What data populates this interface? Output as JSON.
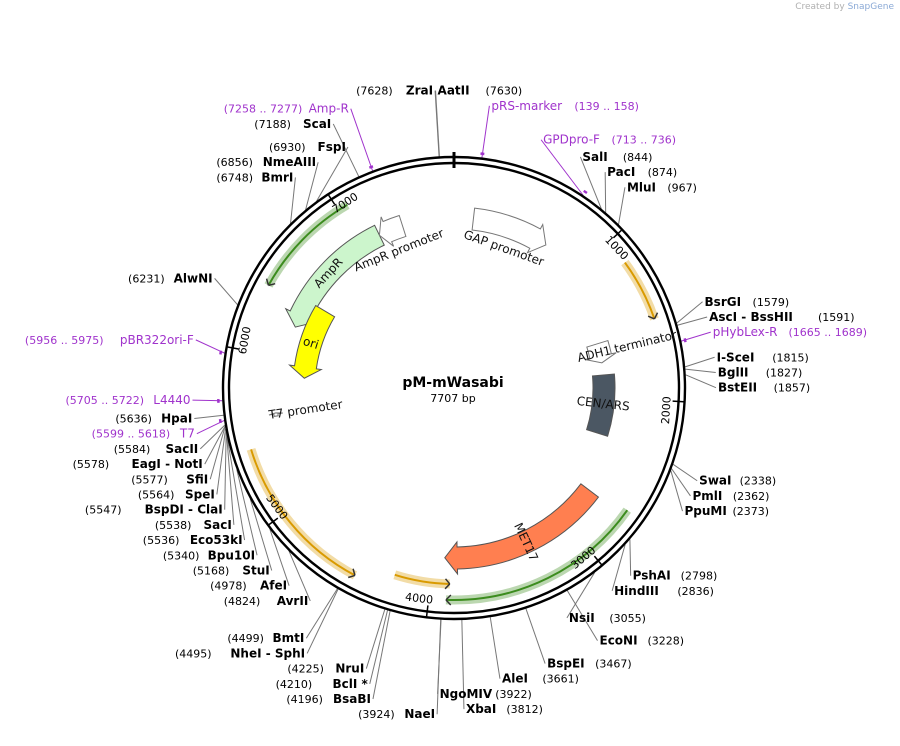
{
  "credit": {
    "prefix": "Created by",
    "brand": "SnapGene"
  },
  "plasmid": {
    "name": "pM-mWasabi",
    "length_label": "7707 bp",
    "length": 7707
  },
  "colors": {
    "backbone": "#000000",
    "primer": "#a033cc",
    "ori": "#ffff00",
    "ampr": "#ccf5cc",
    "met17": "#ff7f50",
    "cen_ars": "#4b5763",
    "orange_line": "#d99a00",
    "green_line": "#3c8c1e"
  },
  "ticks": [
    {
      "bp": 1000,
      "label": "1000"
    },
    {
      "bp": 2000,
      "label": "2000"
    },
    {
      "bp": 3000,
      "label": "3000"
    },
    {
      "bp": 4000,
      "label": "4000"
    },
    {
      "bp": 5000,
      "label": "5000"
    },
    {
      "bp": 6000,
      "label": "6000"
    },
    {
      "bp": 7000,
      "label": "7000"
    }
  ],
  "sites": [
    {
      "name": "ZraI",
      "pos": "(7628)",
      "bp": 7628,
      "side": "L"
    },
    {
      "name": "AatII",
      "pos": "(7630)",
      "bp": 7630,
      "side": "R"
    },
    {
      "name": "ScaI",
      "pos": "(7188)",
      "bp": 7188,
      "side": "L"
    },
    {
      "name": "FspI",
      "pos": "(6930)",
      "bp": 6930,
      "side": "L"
    },
    {
      "name": "NmeAIII",
      "pos": "(6856)",
      "bp": 6856,
      "side": "L"
    },
    {
      "name": "BmrI",
      "pos": "(6748)",
      "bp": 6748,
      "side": "L"
    },
    {
      "name": "AlwNI",
      "pos": "(6231)",
      "bp": 6231,
      "side": "L"
    },
    {
      "name": "HpaI",
      "pos": "(5636)",
      "bp": 5636,
      "side": "L"
    },
    {
      "name": "SacII",
      "pos": "(5584)",
      "bp": 5584,
      "side": "L"
    },
    {
      "name": "EagI - NotI",
      "pos": "(5578)",
      "bp": 5578,
      "side": "L"
    },
    {
      "name": "SfiI",
      "pos": "(5577)",
      "bp": 5577,
      "side": "L"
    },
    {
      "name": "SpeI",
      "pos": "(5564)",
      "bp": 5564,
      "side": "L"
    },
    {
      "name": "BspDI - ClaI",
      "pos": "(5547)",
      "bp": 5547,
      "side": "L"
    },
    {
      "name": "SacI",
      "pos": "(5538)",
      "bp": 5538,
      "side": "L"
    },
    {
      "name": "Eco53kI",
      "pos": "(5536)",
      "bp": 5536,
      "side": "L"
    },
    {
      "name": "Bpu10I",
      "pos": "(5340)",
      "bp": 5340,
      "side": "L"
    },
    {
      "name": "StuI",
      "pos": "(5168)",
      "bp": 5168,
      "side": "L"
    },
    {
      "name": "AfeI",
      "pos": "(4978)",
      "bp": 4978,
      "side": "L"
    },
    {
      "name": "AvrII",
      "pos": "(4824)",
      "bp": 4824,
      "side": "L"
    },
    {
      "name": "BmtI",
      "pos": "(4499)",
      "bp": 4499,
      "side": "L"
    },
    {
      "name": "NheI - SphI",
      "pos": "(4495)",
      "bp": 4495,
      "side": "L"
    },
    {
      "name": "NruI",
      "pos": "(4225)",
      "bp": 4225,
      "side": "L"
    },
    {
      "name": "BclI *",
      "pos": "(4210)",
      "bp": 4210,
      "side": "L"
    },
    {
      "name": "BsaBI",
      "pos": "(4196)",
      "bp": 4196,
      "side": "L"
    },
    {
      "name": "NaeI",
      "pos": "(3924)",
      "bp": 3924,
      "side": "L"
    },
    {
      "name": "NgoMIV",
      "pos": "(3922)",
      "bp": 3922,
      "side": "R"
    },
    {
      "name": "XbaI",
      "pos": "(3812)",
      "bp": 3812,
      "side": "R"
    },
    {
      "name": "AleI",
      "pos": "(3661)",
      "bp": 3661,
      "side": "R"
    },
    {
      "name": "BspEI",
      "pos": "(3467)",
      "bp": 3467,
      "side": "R"
    },
    {
      "name": "EcoNI",
      "pos": "(3228)",
      "bp": 3228,
      "side": "R"
    },
    {
      "name": "NsiI",
      "pos": "(3055)",
      "bp": 3055,
      "side": "R"
    },
    {
      "name": "HindIII",
      "pos": "(2836)",
      "bp": 2836,
      "side": "R"
    },
    {
      "name": "PshAI",
      "pos": "(2798)",
      "bp": 2798,
      "side": "R"
    },
    {
      "name": "PpuMI",
      "pos": "(2373)",
      "bp": 2373,
      "side": "R"
    },
    {
      "name": "PmlI",
      "pos": "(2362)",
      "bp": 2362,
      "side": "R"
    },
    {
      "name": "SwaI",
      "pos": "(2338)",
      "bp": 2338,
      "side": "R"
    },
    {
      "name": "BstEII",
      "pos": "(1857)",
      "bp": 1857,
      "side": "R"
    },
    {
      "name": "BglII",
      "pos": "(1827)",
      "bp": 1827,
      "side": "R"
    },
    {
      "name": "I-SceI",
      "pos": "(1815)",
      "bp": 1815,
      "side": "R"
    },
    {
      "name": "AscI - BssHII",
      "pos": "(1591)",
      "bp": 1591,
      "side": "R"
    },
    {
      "name": "BsrGI",
      "pos": "(1579)",
      "bp": 1579,
      "side": "R"
    },
    {
      "name": "MluI",
      "pos": "(967)",
      "bp": 967,
      "side": "R"
    },
    {
      "name": "PacI",
      "pos": "(874)",
      "bp": 874,
      "side": "R"
    },
    {
      "name": "SalI",
      "pos": "(844)",
      "bp": 844,
      "side": "R"
    }
  ],
  "primers": [
    {
      "name": "Amp-R",
      "pos": "(7258 .. 7277)",
      "bp": 7267,
      "side": "L"
    },
    {
      "name": "pRS-marker",
      "pos": "(139 .. 158)",
      "bp": 148,
      "side": "R"
    },
    {
      "name": "GPDpro-F",
      "pos": "(713 .. 736)",
      "bp": 724,
      "side": "R"
    },
    {
      "name": "pHybLex-R",
      "pos": "(1665 .. 1689)",
      "bp": 1677,
      "side": "R"
    },
    {
      "name": "pBR322ori-F",
      "pos": "(5956 .. 5975)",
      "bp": 5965,
      "side": "L"
    },
    {
      "name": "L4440",
      "pos": "(5705 .. 5722)",
      "bp": 5713,
      "side": "L"
    },
    {
      "name": "T7",
      "pos": "(5599 .. 5618)",
      "bp": 5608,
      "side": "L"
    }
  ],
  "features": [
    {
      "name": "AmpR",
      "kind": "arrow",
      "start": 6230,
      "end": 7150,
      "dir": -1,
      "ring": 170,
      "color": "#ccf5cc"
    },
    {
      "name": "AmpR promoter",
      "kind": "outline",
      "start": 7150,
      "end": 7330,
      "dir": -1,
      "ring": 170,
      "color": "#ffffff"
    },
    {
      "name": "GAP promoter",
      "kind": "outline",
      "start": 140,
      "end": 700,
      "dir": 1,
      "ring": 170,
      "color": "#ffffff"
    },
    {
      "name": "ori",
      "kind": "arrow",
      "start": 5860,
      "end": 6440,
      "dir": -1,
      "ring": 150,
      "color": "#ffff00"
    },
    {
      "name": "T7 promoter",
      "kind": "small",
      "start": 5588,
      "end": 5610,
      "dir": 1,
      "ring": 180,
      "color": "#ffffff"
    },
    {
      "name": "ADH1 terminator",
      "kind": "outline",
      "start": 1560,
      "end": 1720,
      "dir": 1,
      "ring": 150,
      "color": "#ffffff"
    },
    {
      "name": "CEN/ARS",
      "kind": "box",
      "start": 1820,
      "end": 2300,
      "dir": 1,
      "ring": 150,
      "color": "#4b5763"
    },
    {
      "name": "MET17",
      "kind": "arrow",
      "start": 2720,
      "end": 3920,
      "dir": 1,
      "ring": 170,
      "color": "#ff7f50"
    }
  ]
}
